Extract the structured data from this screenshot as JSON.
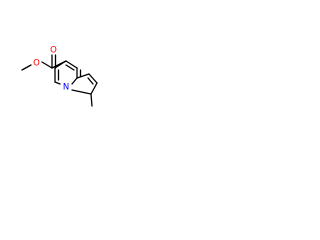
{
  "molecule": {
    "atoms": {
      "carbonyl_oxygen": {
        "symbol": "O",
        "color": "#ff0000"
      },
      "ester_oxygen": {
        "symbol": "O",
        "color": "#ff0000"
      },
      "ring_nitrogen": {
        "symbol": "N",
        "color": "#0000ff"
      }
    },
    "bond_color": "#000000",
    "background": "#ffffff"
  }
}
